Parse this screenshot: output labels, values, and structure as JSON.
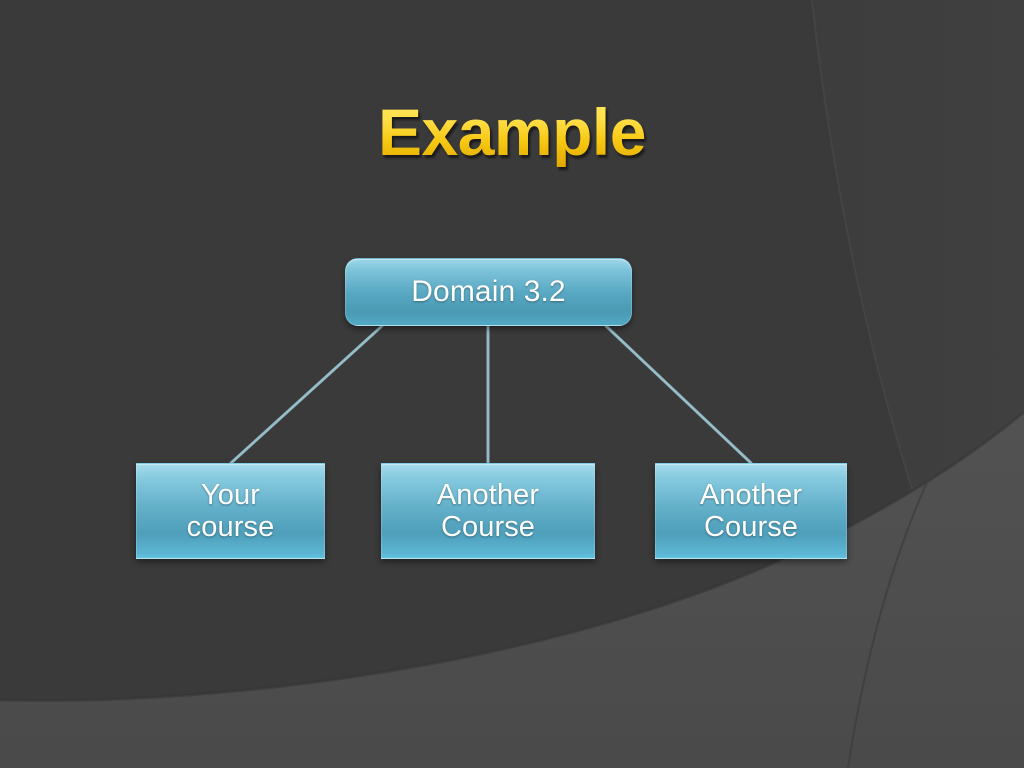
{
  "slide": {
    "title": "Example",
    "background_color": "#3a3a3a",
    "background_accent_color": "#4d4d4d",
    "title_color": "#f7c913"
  },
  "diagram": {
    "type": "hierarchy",
    "node_fill_top_color": "#a7dcec",
    "node_fill_bottom_color": "#4f9fbb",
    "node_text_color": "#ffffff",
    "connector_color": "#8fb8c4",
    "root": {
      "label": "Domain 3.2"
    },
    "children": [
      {
        "label": "Your\ncourse"
      },
      {
        "label": "Another\nCourse"
      },
      {
        "label": "Another\nCourse"
      }
    ]
  }
}
